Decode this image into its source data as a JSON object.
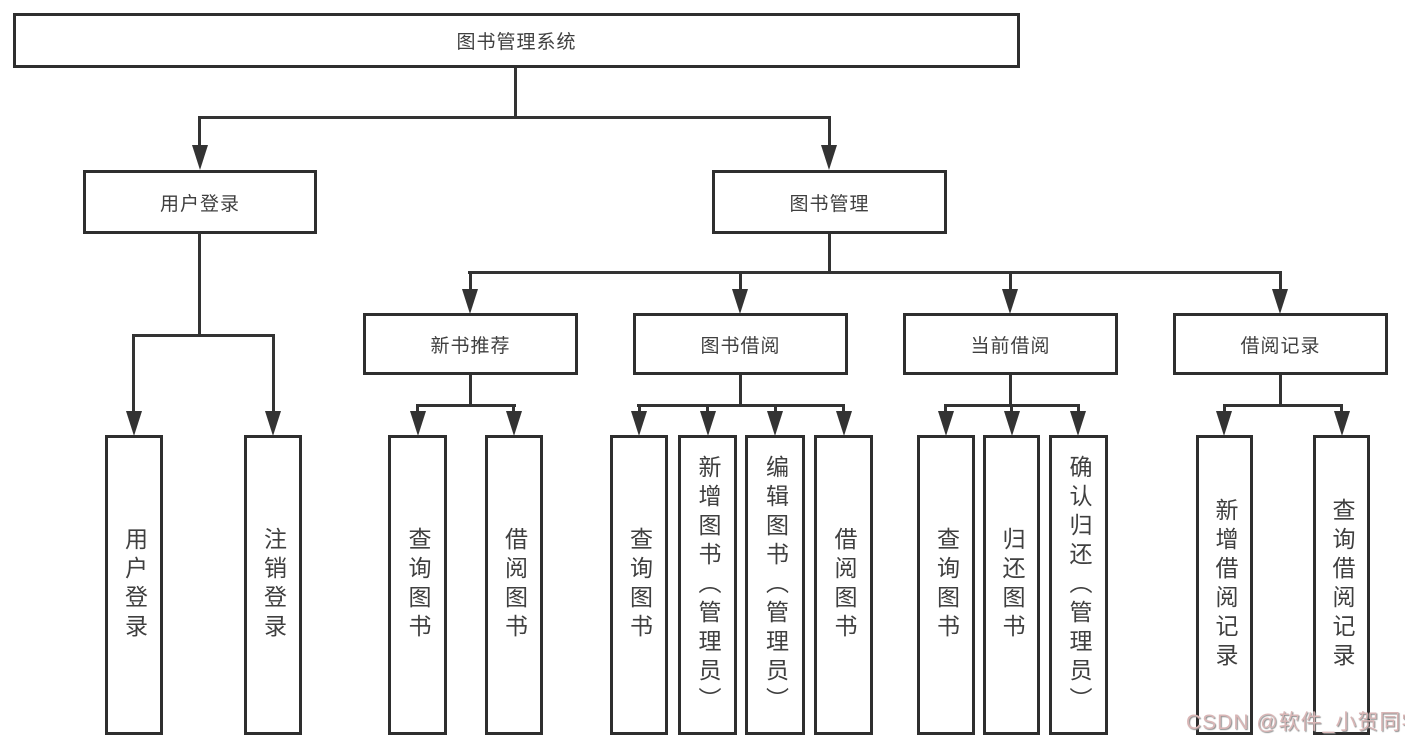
{
  "title": "图书管理系统",
  "tree": {
    "root": "图书管理系统",
    "level2": [
      "用户登录",
      "图书管理"
    ],
    "level3": [
      "新书推荐",
      "图书借阅",
      "当前借阅",
      "借阅记录"
    ],
    "leaf_groups": [
      {
        "parent": "用户登录",
        "items": [
          "用户登录",
          "注销登录"
        ]
      },
      {
        "parent": "新书推荐",
        "items": [
          "查询图书",
          "借阅图书"
        ]
      },
      {
        "parent": "图书借阅",
        "items": [
          "查询图书",
          "新增图书（管理员）",
          "编辑图书（管理员）",
          "借阅图书"
        ]
      },
      {
        "parent": "当前借阅",
        "items": [
          "查询图书",
          "归还图书",
          "确认归还（管理员）"
        ]
      },
      {
        "parent": "借阅记录",
        "items": [
          "新增借阅记录",
          "查询借阅记录"
        ]
      }
    ]
  },
  "watermark": "CSDN @软件_小贺同学",
  "colors": {
    "line": "#333333",
    "box_border": "#2e2e2e",
    "text": "#3f3f3f",
    "background": "#ffffff",
    "watermark_text": "#d9b6b6"
  }
}
